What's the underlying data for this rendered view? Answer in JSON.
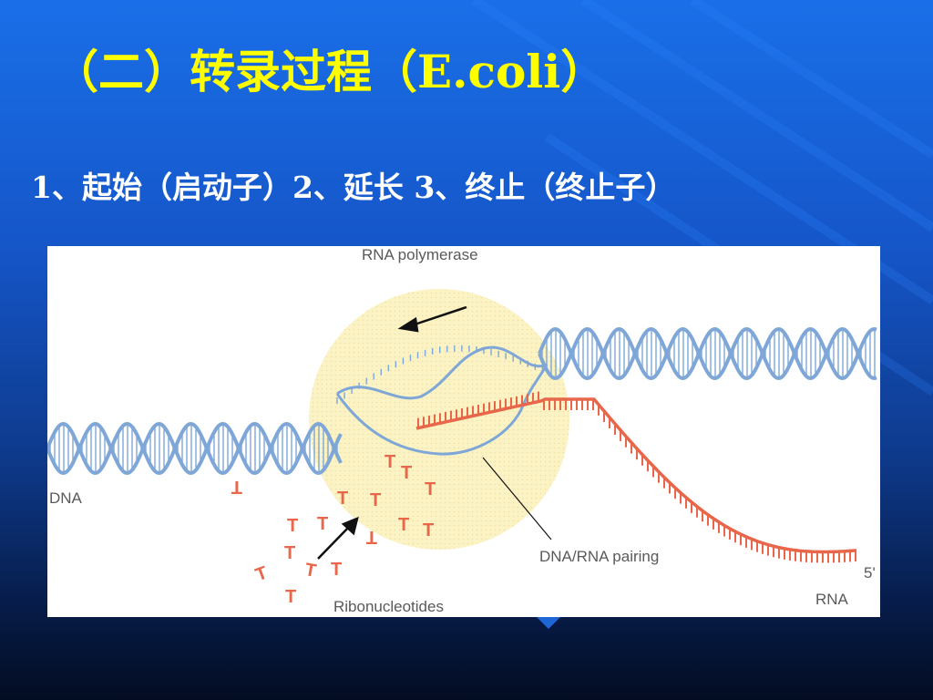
{
  "slide": {
    "title": "（二）转录过程（E.coli）",
    "subtitle": "1、起始（启动子）2、延长 3、终止（终止子）"
  },
  "figure": {
    "labels": {
      "rna_polymerase": "RNA polymerase",
      "dna": "DNA",
      "dna_rna_pairing": "DNA/RNA pairing",
      "ribonucleotides": "Ribonucleotides",
      "five_prime": "5'",
      "rna": "RNA"
    },
    "nucleotide_glyph": "T",
    "colors": {
      "dna_strand": "#7ea7d8",
      "rna_strand": "#e8664a",
      "polymerase": "#fbf3c4",
      "title": "#ffff00"
    }
  }
}
